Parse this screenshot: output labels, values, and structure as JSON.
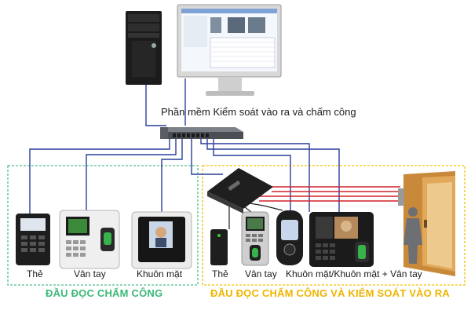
{
  "software_caption": "Phần mềm Kiểm soát vào ra và chấm công",
  "groups": {
    "attendance": {
      "title": "ĐẦU ĐỌC CHẤM CÔNG"
    },
    "access": {
      "title": "ĐẦU ĐỌC  CHẤM CÔNG VÀ KIỂM SOÁT VÀO RA"
    }
  },
  "devices": {
    "att_card": "Thẻ",
    "att_finger": "Vân tay",
    "att_face": "Khuôn mặt",
    "acc_card": "Thẻ",
    "acc_finger": "Vân tay",
    "acc_face_finger": "Khuôn mặt/Khuôn mặt + Vân tay"
  },
  "colors": {
    "network": "#2b3f9a",
    "lock_wire": "#d0202a",
    "attendance_border": "#4fbf8a",
    "access_border": "#f2c200"
  }
}
